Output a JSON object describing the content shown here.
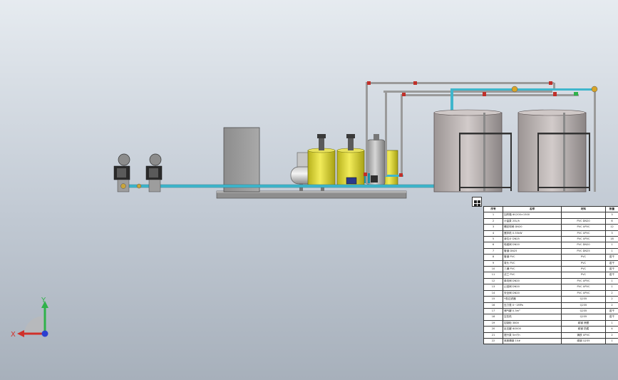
{
  "viewport": {
    "background_top": "#e6ebf0",
    "background_bottom": "#a7b0bb"
  },
  "colors": {
    "pipe_main": "#3fb6cc",
    "pipe_frame": "#9a9a9a",
    "valve_red": "#c0302a",
    "tank_yellow": "#e0d83a",
    "tank_gray": "#a9a9a9",
    "axis_x": "#d0302a",
    "axis_y": "#2fb24a",
    "axis_z": "#2b3fd0"
  },
  "triad": {
    "x_label": "X",
    "y_label": "Y",
    "icon": "coordinate-triad-icon"
  },
  "anchor": {
    "icon": "table-anchor-move-icon"
  },
  "bom": {
    "headers": [
      "序号",
      "名称",
      "材料",
      "数量"
    ],
    "rows": [
      [
        "1",
        "加药箱 Φ1200×1500",
        "",
        "3"
      ],
      [
        "2",
        "计量泵  20L/h",
        "PVC  DN20",
        "6"
      ],
      [
        "3",
        "螺纹球阀  DN20",
        "PVC  UPVC",
        "12"
      ],
      [
        "4",
        "搅拌机 0.55kW",
        "PVC  UPVC",
        "3"
      ],
      [
        "5",
        "液位计  DN25",
        "PVC  UPVC",
        "18"
      ],
      [
        "6",
        "电磁阀  DN20",
        "PVC  DN20",
        "1"
      ],
      [
        "7",
        "管道  DN25",
        "PVC  DN25",
        "1"
      ],
      [
        "8",
        "管道  PVC",
        "PVC",
        "若干"
      ],
      [
        "9",
        "弯头  PVC",
        "PVC",
        "若干"
      ],
      [
        "10",
        "三通  PVC",
        "PVC",
        "若干"
      ],
      [
        "11",
        "法兰  PVC",
        "PVC",
        "若干"
      ],
      [
        "12",
        "单向阀  DN20",
        "PVC  UPVC",
        "1"
      ],
      [
        "13",
        "止回阀  DN20",
        "PVC  UPVC",
        "1"
      ],
      [
        "14",
        "安全阀  DN20",
        "PVC  UPVC",
        "2"
      ],
      [
        "15",
        "Y型过滤器",
        "Q235",
        "2"
      ],
      [
        "16",
        "压力表  0~1MPa",
        "Q235",
        "2"
      ],
      [
        "17",
        "储气罐 0.3m³",
        "Q235",
        "若干"
      ],
      [
        "18",
        "空压机",
        "Q235",
        "若干"
      ],
      [
        "19",
        "控制柜  380V",
        "碳钢  喷塑",
        "1"
      ],
      [
        "20",
        "反应罐  Φ2000",
        "碳钢  防腐",
        "4"
      ],
      [
        "21",
        "提升泵  5m³/h",
        "铸铁  UPVC",
        "2"
      ],
      [
        "22",
        "底座槽钢  10#",
        "碳钢  Q235",
        "1"
      ]
    ]
  }
}
